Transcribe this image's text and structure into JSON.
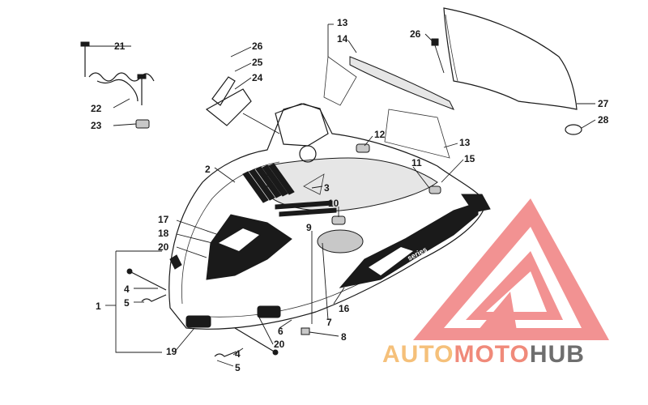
{
  "callouts": [
    {
      "id": "c1",
      "text": "1"
    },
    {
      "id": "c2",
      "text": "2"
    },
    {
      "id": "c3",
      "text": "3"
    },
    {
      "id": "c4a",
      "text": "4"
    },
    {
      "id": "c4b",
      "text": "4"
    },
    {
      "id": "c5a",
      "text": "5"
    },
    {
      "id": "c5b",
      "text": "5"
    },
    {
      "id": "c6",
      "text": "6"
    },
    {
      "id": "c7",
      "text": "7"
    },
    {
      "id": "c8",
      "text": "8"
    },
    {
      "id": "c9",
      "text": "9"
    },
    {
      "id": "c10",
      "text": "10"
    },
    {
      "id": "c11",
      "text": "11"
    },
    {
      "id": "c12",
      "text": "12"
    },
    {
      "id": "c13a",
      "text": "13"
    },
    {
      "id": "c13b",
      "text": "13"
    },
    {
      "id": "c14",
      "text": "14"
    },
    {
      "id": "c15",
      "text": "15"
    },
    {
      "id": "c16",
      "text": "16"
    },
    {
      "id": "c17",
      "text": "17"
    },
    {
      "id": "c18",
      "text": "18"
    },
    {
      "id": "c19",
      "text": "19"
    },
    {
      "id": "c20a",
      "text": "20"
    },
    {
      "id": "c20b",
      "text": "20"
    },
    {
      "id": "c21",
      "text": "21"
    },
    {
      "id": "c22",
      "text": "22"
    },
    {
      "id": "c23",
      "text": "23"
    },
    {
      "id": "c24",
      "text": "24"
    },
    {
      "id": "c25",
      "text": "25"
    },
    {
      "id": "c26a",
      "text": "26"
    },
    {
      "id": "c26b",
      "text": "26"
    },
    {
      "id": "c27",
      "text": "27"
    },
    {
      "id": "c28",
      "text": "28"
    }
  ],
  "decal_text": {
    "side": "series"
  },
  "watermark": {
    "part1": "AUTO",
    "part2": "MOTO",
    "part3": "HUB",
    "color_auto": "#f5c07a",
    "color_moto": "#f08a7a",
    "color_hub": "#6e6e6e",
    "logo_color": "#f08080"
  }
}
